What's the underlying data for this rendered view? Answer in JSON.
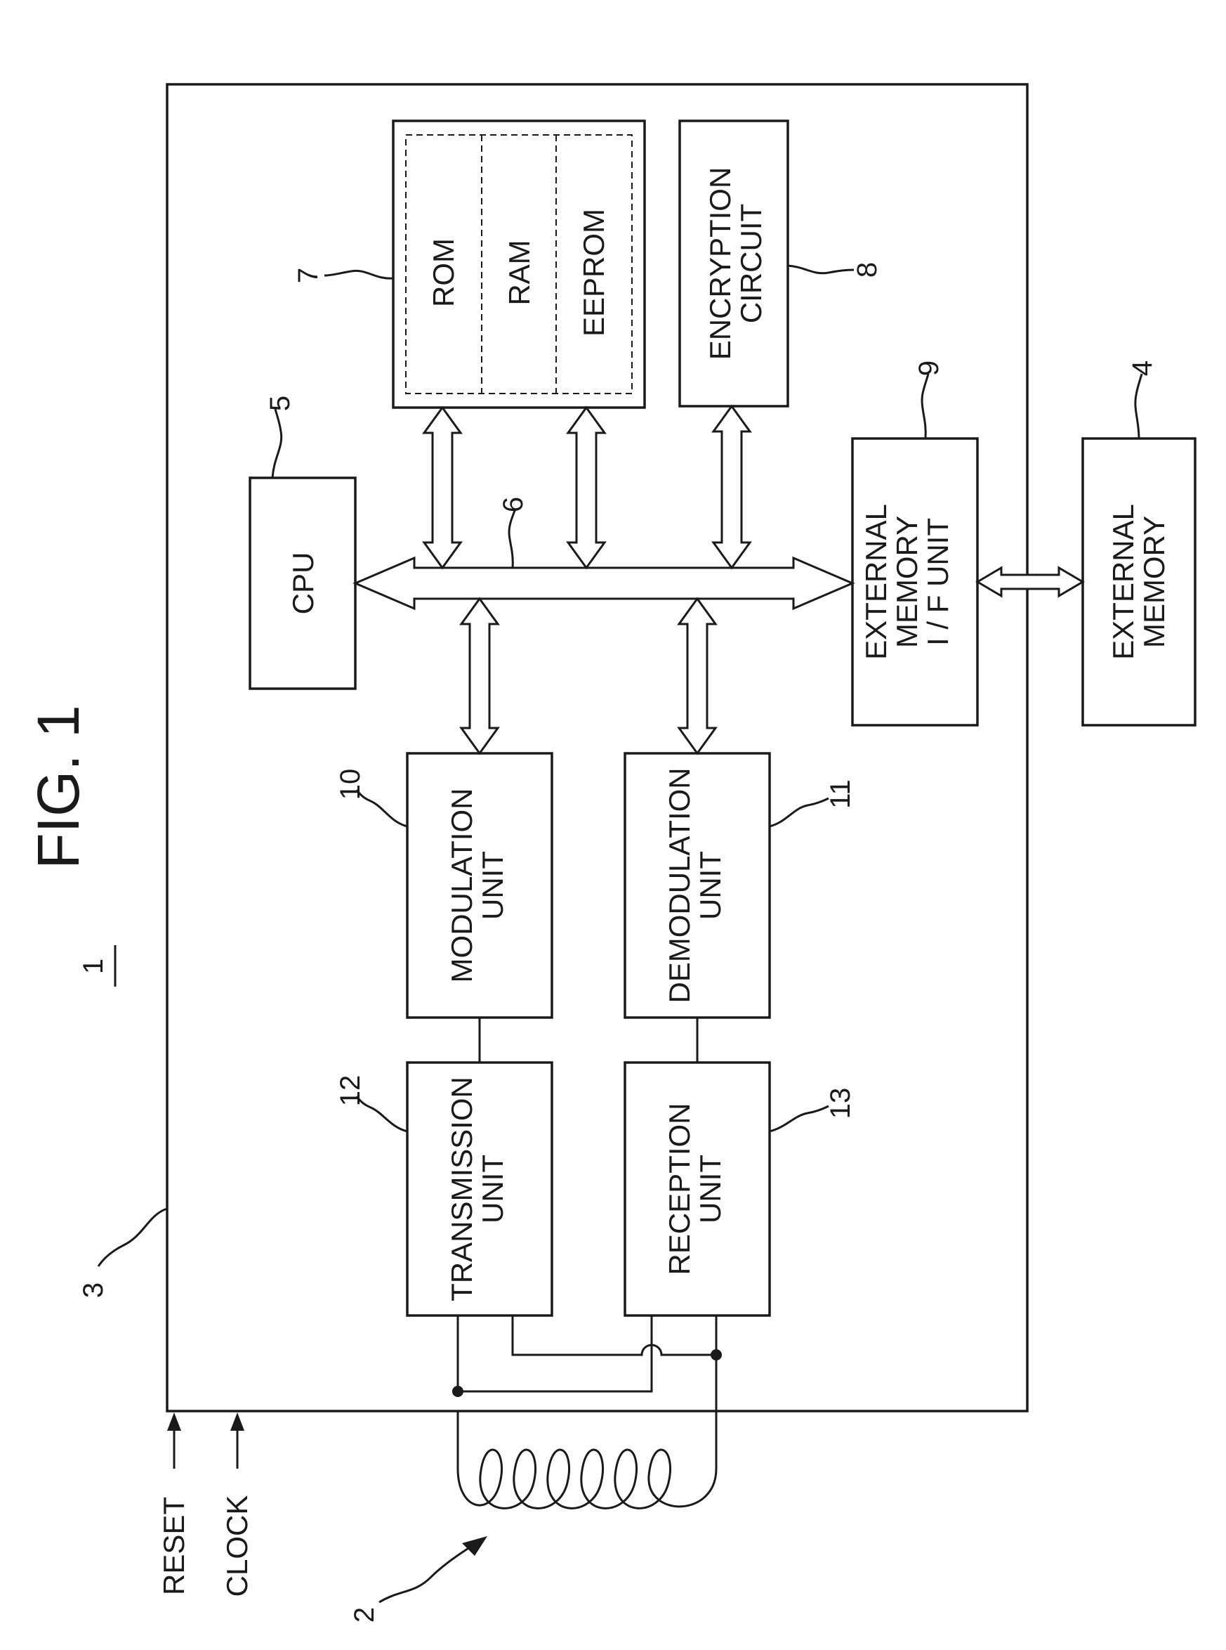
{
  "figure": {
    "title": "FIG. 1",
    "device_ref": "1"
  },
  "refs": {
    "chip": "3",
    "coil": "2",
    "ext_memory": "4",
    "cpu": "5",
    "bus": "6",
    "memory": "7",
    "encryption": "8",
    "ext_if": "9",
    "modulation": "10",
    "demodulation": "11",
    "transmission": "12",
    "reception": "13"
  },
  "blocks": {
    "cpu": "CPU",
    "rom": "ROM",
    "ram": "RAM",
    "eeprom": "EEPROM",
    "encryption": [
      "ENCRYPTION",
      "CIRCUIT"
    ],
    "ext_if": [
      "EXTERNAL",
      "MEMORY",
      "I / F UNIT"
    ],
    "ext_memory": [
      "EXTERNAL",
      "MEMORY"
    ],
    "modulation": [
      "MODULATION",
      "UNIT"
    ],
    "demodulation": [
      "DEMODULATION",
      "UNIT"
    ],
    "transmission": [
      "TRANSMISSION",
      "UNIT"
    ],
    "reception": [
      "RECEPTION",
      "UNIT"
    ]
  },
  "signals": {
    "reset": "RESET",
    "clock": "CLOCK"
  }
}
